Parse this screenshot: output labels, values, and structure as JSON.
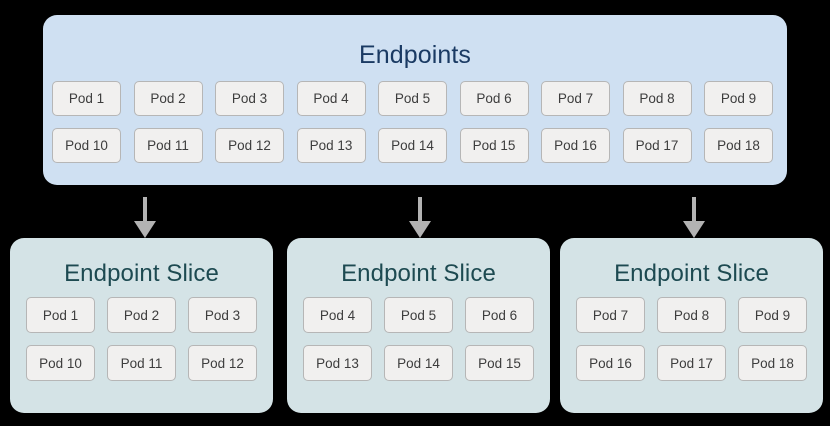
{
  "diagram": {
    "type": "kubernetes-endpointslice-diagram",
    "background_color": "#000000",
    "endpoints": {
      "title": "Endpoints",
      "box_color": "#cfe0f2",
      "title_color": "#1a3a63",
      "rows": [
        [
          "Pod 1",
          "Pod 2",
          "Pod 3",
          "Pod 4",
          "Pod 5",
          "Pod 6",
          "Pod 7",
          "Pod 8",
          "Pod 9"
        ],
        [
          "Pod 10",
          "Pod 11",
          "Pod 12",
          "Pod 13",
          "Pod 14",
          "Pod 15",
          "Pod 16",
          "Pod 17",
          "Pod 18"
        ]
      ]
    },
    "arrows": [
      {
        "name": "arrow-to-slice-1",
        "direction": "down",
        "color": "#b3b3b3"
      },
      {
        "name": "arrow-to-slice-2",
        "direction": "down",
        "color": "#b3b3b3"
      },
      {
        "name": "arrow-to-slice-3",
        "direction": "down",
        "color": "#b3b3b3"
      }
    ],
    "slices": [
      {
        "title": "Endpoint Slice",
        "box_color": "#d4e3e6",
        "title_color": "#1d4a51",
        "rows": [
          [
            "Pod 1",
            "Pod 2",
            "Pod 3"
          ],
          [
            "Pod 10",
            "Pod 11",
            "Pod 12"
          ]
        ]
      },
      {
        "title": "Endpoint Slice",
        "box_color": "#d4e3e6",
        "title_color": "#1d4a51",
        "rows": [
          [
            "Pod 4",
            "Pod 5",
            "Pod 6"
          ],
          [
            "Pod 13",
            "Pod 14",
            "Pod 15"
          ]
        ]
      },
      {
        "title": "Endpoint Slice",
        "box_color": "#d4e3e6",
        "title_color": "#1d4a51",
        "rows": [
          [
            "Pod 7",
            "Pod 8",
            "Pod 9"
          ],
          [
            "Pod 16",
            "Pod 17",
            "Pod 18"
          ]
        ]
      }
    ],
    "pod_style": {
      "fill": "#f1f0ef",
      "border": "#b6b6b6",
      "text": "#3d3d3d"
    }
  }
}
